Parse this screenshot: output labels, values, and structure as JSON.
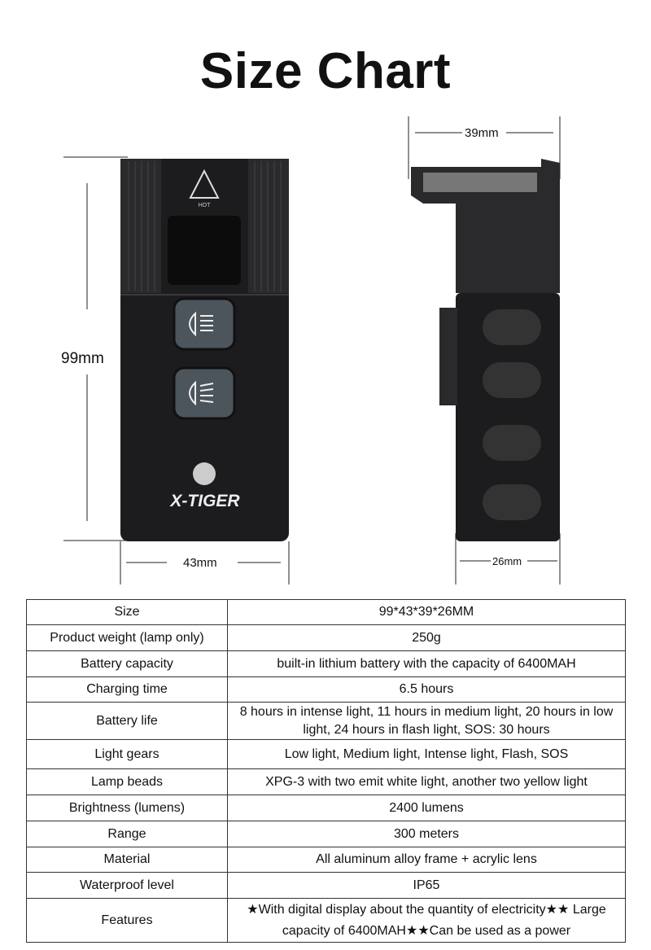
{
  "title": "Size Chart",
  "dimensions": {
    "height": "99mm",
    "width": "43mm",
    "depth_top": "39mm",
    "depth_bottom": "26mm"
  },
  "product": {
    "brand": "X-TIGER",
    "warning_label": "HOT"
  },
  "colors": {
    "body": "#1c1c1e",
    "button": "#4d555c"
  },
  "specs": [
    {
      "label": "Size",
      "value": "99*43*39*26MM"
    },
    {
      "label": "Product weight (lamp only)",
      "value": "250g"
    },
    {
      "label": "Battery capacity",
      "value": "built-in lithium battery with the capacity of 6400MAH"
    },
    {
      "label": "Charging time",
      "value": "6.5 hours"
    },
    {
      "label": "Battery life",
      "value": "8 hours in intense light, 11 hours in medium light, 20 hours in low light, 24 hours in flash light, SOS: 30 hours"
    },
    {
      "label": "Light gears",
      "value": "Low light, Medium light, Intense light, Flash, SOS"
    },
    {
      "label": "Lamp beads",
      "value": "XPG-3 with two emit white light, another two yellow light"
    },
    {
      "label": "Brightness (lumens)",
      "value": "2400 lumens"
    },
    {
      "label": "Range",
      "value": "300 meters"
    },
    {
      "label": "Material",
      "value": "All aluminum alloy frame + acrylic lens"
    },
    {
      "label": "Waterproof level",
      "value": "IP65"
    },
    {
      "label": "Features",
      "value": "★With digital display about the quantity of electricity★★ Large capacity of 6400MAH★★Can be used as a power"
    }
  ]
}
